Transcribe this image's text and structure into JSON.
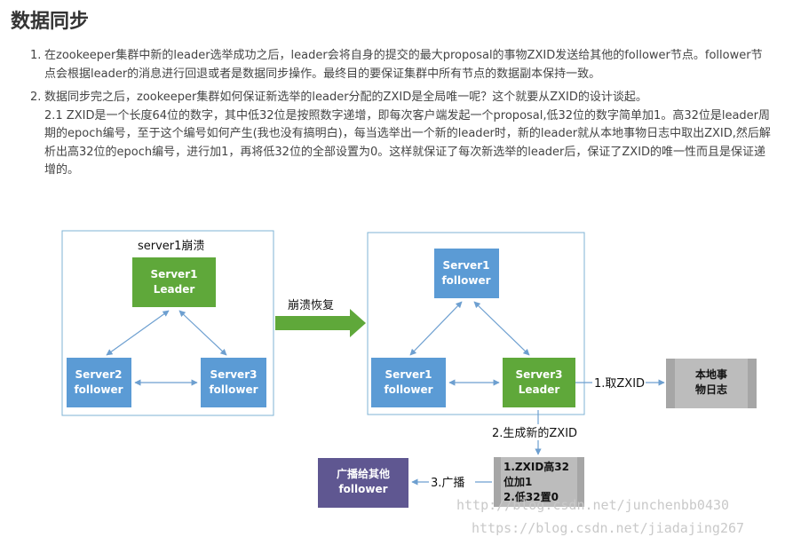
{
  "heading": "数据同步",
  "items": [
    {
      "num": "1.",
      "lines": [
        "在zookeeper集群中新的leader选举成功之后，leader会将自身的提交的最大proposal的事物ZXID发送给其他的follower节点。follower节点会根据leader的消息进行回退或者是数据同步操作。最终目的要保证集群中所有节点的数据副本保持一致。"
      ]
    },
    {
      "num": "2.",
      "lines": [
        "数据同步完之后，zookeeper集群如何保证新选举的leader分配的ZXID是全局唯一呢？这个就要从ZXID的设计谈起。",
        "2.1 ZXID是一个长度64位的数字，其中低32位是按照数字递增，即每次客户端发起一个proposal,低32位的数字简单加1。高32位是leader周期的epoch编号，至于这个编号如何产生(我也没有搞明白)，每当选举出一个新的leader时，新的leader就从本地事物日志中取出ZXID,然后解析出高32位的epoch编号，进行加1，再将低32位的全部设置为0。这样就保证了每次新选举的leader后，保证了ZXID的唯一性而且是保证递增的。"
      ]
    }
  ],
  "diagram": {
    "left_caption": "server1崩溃",
    "left_server1": [
      "Server1",
      "Leader"
    ],
    "left_server2": [
      "Server2",
      "follower"
    ],
    "left_server3": [
      "Server3",
      "follower"
    ],
    "transition_label": "崩溃恢复",
    "right_server1_top": [
      "Server1",
      "follower"
    ],
    "right_server1": [
      "Server1",
      "follower"
    ],
    "right_server3": [
      "Server3",
      "Leader"
    ],
    "fetch_label": "1.取ZXID",
    "log_box": [
      "本地事",
      "物日志"
    ],
    "generate_label": "2.生成新的ZXID",
    "process_box": [
      "1.ZXID高32",
      "位加1",
      "2.低32置0"
    ],
    "broadcast_label": "3.广播",
    "broadcast_box": [
      "广播给其他",
      "follower"
    ],
    "watermark_1": "http://blog.csdn.net/junchenbb0430",
    "watermark_2": "https://blog.csdn.net/jiadajing267",
    "colors": {
      "green": "#5fa83a",
      "blue": "#5b9bd5",
      "gray": "#a6a6a6",
      "purple": "#5f5791",
      "frame": "#7fb3d5",
      "arrow": "#6d9fd0"
    }
  }
}
